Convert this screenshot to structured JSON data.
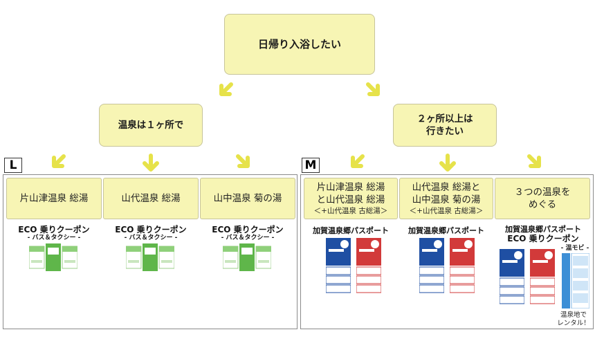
{
  "root": {
    "label": "日帰り入浴したい"
  },
  "branches": [
    {
      "label": "温泉は１ヶ所で"
    },
    {
      "label_line1": "２ヶ所以上は",
      "label_line2": "行きたい"
    }
  ],
  "panel_L": {
    "tag": "L",
    "options": [
      {
        "name": "片山津温泉 総湯",
        "ticket": "ECO 乗りクーポン",
        "ticket_sub": "- バス＆タクシー -"
      },
      {
        "name": "山代温泉 総湯",
        "ticket": "ECO 乗りクーポン",
        "ticket_sub": "- バス＆タクシー -"
      },
      {
        "name": "山中温泉 菊の湯",
        "ticket": "ECO 乗りクーポン",
        "ticket_sub": "- バス＆タクシー -"
      }
    ]
  },
  "panel_M": {
    "tag": "M",
    "options": [
      {
        "name_line1": "片山津温泉 総湯",
        "name_line2": "と山代温泉 総湯",
        "name_sub": "＜+山代温泉 古総湯＞",
        "ticket": "加賀温泉郷パスポート"
      },
      {
        "name_line1": "山代温泉 総湯と",
        "name_line2": "山中温泉 菊の湯",
        "name_sub": "＜+山代温泉 古総湯＞",
        "ticket": "加賀温泉郷パスポート"
      },
      {
        "name_line1": "３つの温泉を",
        "name_line2": "めぐる",
        "ticket": "加賀温泉郷パスポート",
        "ticket2": "ECO 乗りクーポン",
        "extra": "- 温モビ -",
        "note_line1": "温泉地で",
        "note_line2": "レンタル！"
      }
    ]
  },
  "colors": {
    "node_fill": "#f7f5b4",
    "arrow": "#e6e24a",
    "pass_blue": "#1f4fa3",
    "pass_red": "#d23a3a",
    "eco_green": "#5fb64a"
  }
}
